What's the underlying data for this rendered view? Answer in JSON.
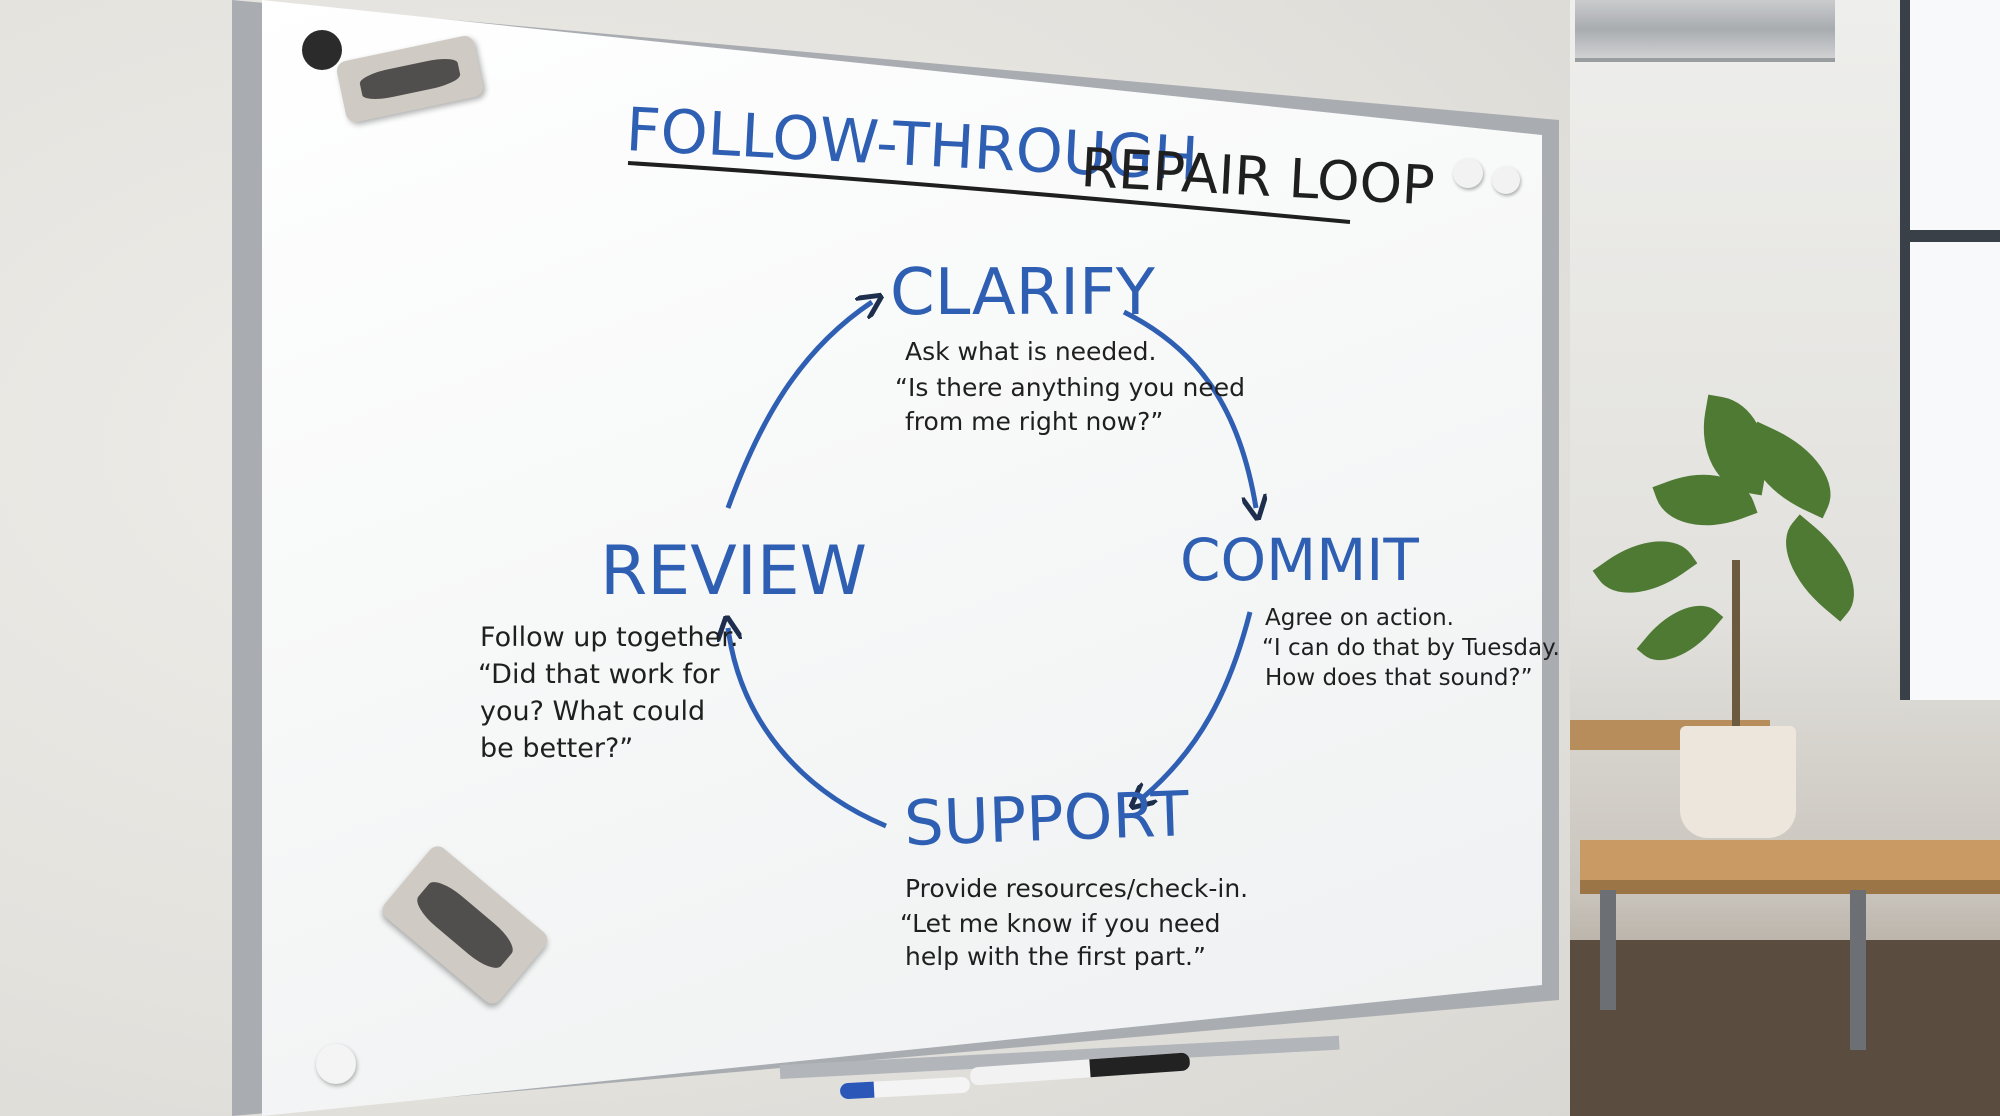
{
  "title": {
    "part1": "FOLLOW-THROUGH",
    "part2": "REPAIR LOOP"
  },
  "steps": [
    {
      "id": "clarify",
      "label": "CLARIFY",
      "desc": [
        "Ask what is needed.",
        "“Is there anything you need",
        "from me right now?”"
      ]
    },
    {
      "id": "commit",
      "label": "COMMIT",
      "desc": [
        "Agree on action.",
        "“I can do that by Tuesday.",
        "How does that sound?”"
      ]
    },
    {
      "id": "support",
      "label": "SUPPORT",
      "desc": [
        "Provide resources/check-in.",
        "“Let me know if you need",
        "help with the first part.”"
      ]
    },
    {
      "id": "review",
      "label": "REVIEW",
      "desc": [
        "Follow up together.",
        "“Did that work for",
        "you? What could",
        "be better?”"
      ]
    }
  ],
  "colors": {
    "ink_blue": "#2f5fb3",
    "ink_black": "#1f1f1f",
    "arrow_dark": "#1e2f4d"
  }
}
